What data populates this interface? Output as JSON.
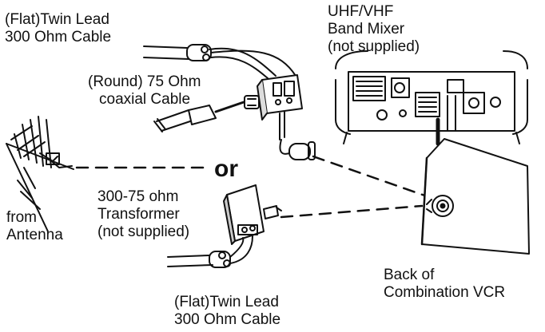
{
  "labels": {
    "twin_lead_top": [
      "(Flat)Twin Lead",
      "300 Ohm Cable"
    ],
    "band_mixer": [
      "UHF/VHF",
      "Band Mixer",
      "(not supplied)"
    ],
    "coaxial": [
      "(Round) 75 Ohm",
      "coaxial Cable"
    ],
    "or_text": "or",
    "transformer": [
      "300-75 ohm",
      "Transformer",
      "(not supplied)"
    ],
    "antenna": [
      "from",
      "Antenna"
    ],
    "back_of_vcr": [
      "Back of",
      "Combination VCR"
    ],
    "twin_lead_bottom": [
      "(Flat)Twin Lead",
      "300 Ohm Cable"
    ]
  },
  "colors": {
    "ink": "#111111",
    "panel": "#ffffff",
    "shade": "#777777"
  }
}
